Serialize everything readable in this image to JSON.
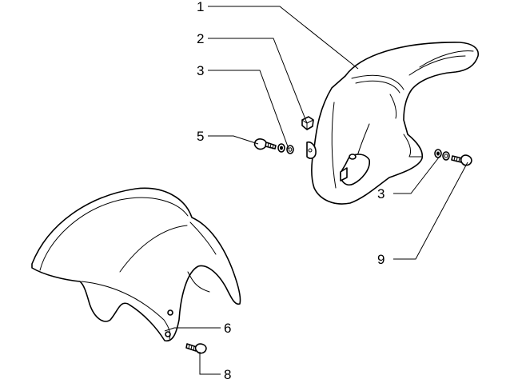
{
  "callouts": [
    {
      "id": "c1",
      "label": "1",
      "part": "rear-mudguard-inner"
    },
    {
      "id": "c2",
      "label": "2",
      "part": "clip-nut"
    },
    {
      "id": "c3a",
      "label": "3",
      "part": "washer-left"
    },
    {
      "id": "c5",
      "label": "5",
      "part": "screw-left"
    },
    {
      "id": "c3b",
      "label": "3",
      "part": "washer-right"
    },
    {
      "id": "c9",
      "label": "9",
      "part": "screw-right"
    },
    {
      "id": "c6",
      "label": "6",
      "part": "front-mudguard"
    },
    {
      "id": "c8",
      "label": "8",
      "part": "screw-front"
    }
  ],
  "colors": {
    "line": "#000000",
    "background": "#ffffff"
  }
}
